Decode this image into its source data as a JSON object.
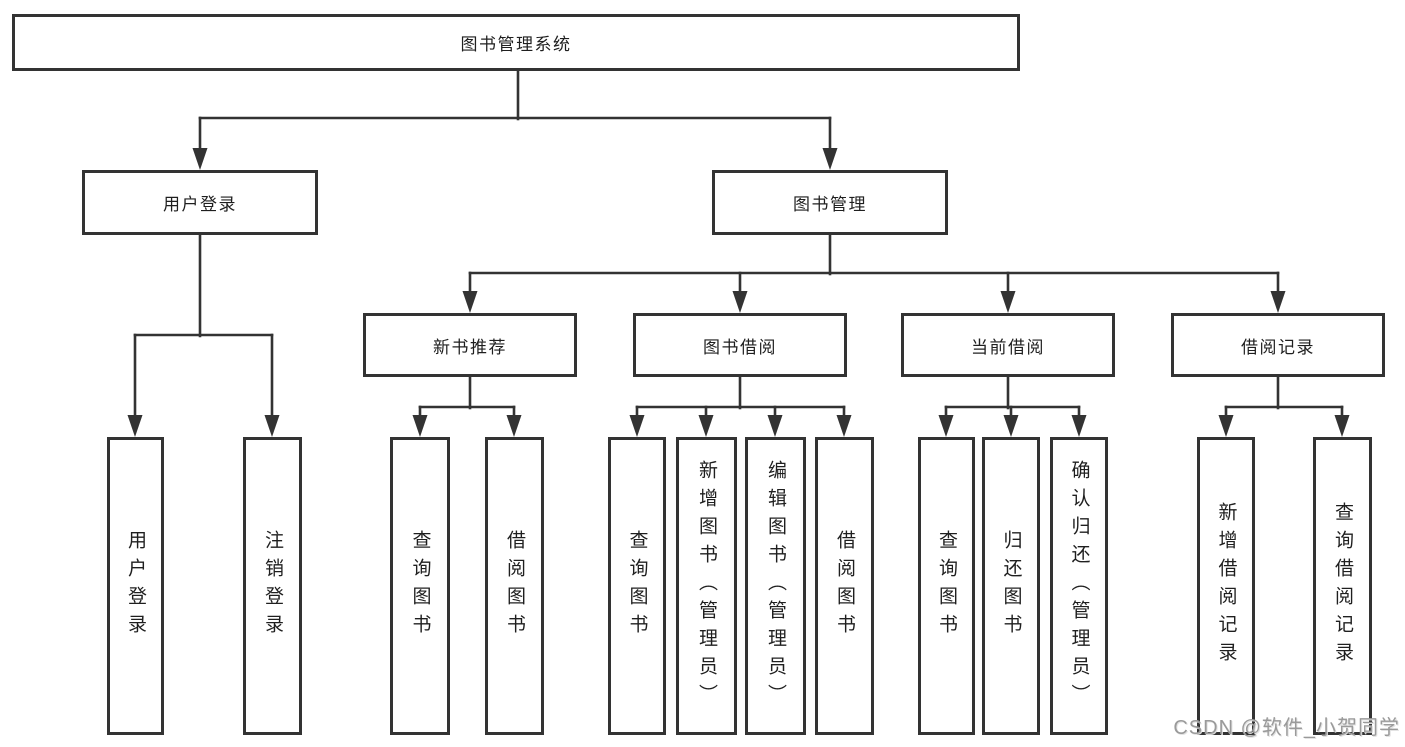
{
  "colors": {
    "background": "#ffffff",
    "line": "#333333",
    "text": "#1f1f1f",
    "watermark": "#9a9a9a"
  },
  "nodes": {
    "root": {
      "label": "图书管理系统"
    },
    "level2": [
      {
        "label": "用户登录"
      },
      {
        "label": "图书管理"
      }
    ],
    "level3": [
      {
        "label": "新书推荐"
      },
      {
        "label": "图书借阅"
      },
      {
        "label": "当前借阅"
      },
      {
        "label": "借阅记录"
      }
    ],
    "level4": {
      "user": [
        {
          "label": "用户登录"
        },
        {
          "label": "注销登录"
        }
      ],
      "recommend": [
        {
          "label": "查询图书"
        },
        {
          "label": "借阅图书"
        }
      ],
      "borrow": [
        {
          "label": "查询图书"
        },
        {
          "label": "新增图书（管理员）"
        },
        {
          "label": "编辑图书（管理员）"
        },
        {
          "label": "借阅图书"
        }
      ],
      "current": [
        {
          "label": "查询图书"
        },
        {
          "label": "归还图书"
        },
        {
          "label": "确认归还（管理员）"
        }
      ],
      "records": [
        {
          "label": "新增借阅记录"
        },
        {
          "label": "查询借阅记录"
        }
      ]
    }
  },
  "watermark": {
    "text": "CSDN @软件_小贺同学"
  }
}
